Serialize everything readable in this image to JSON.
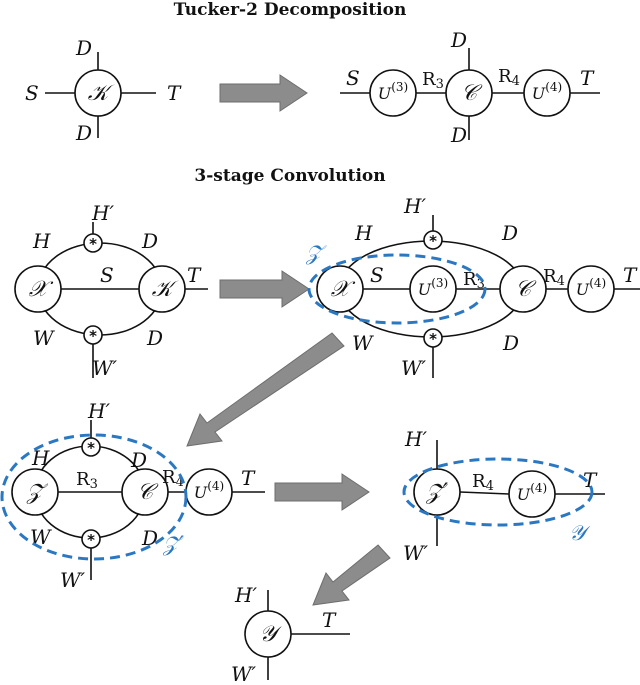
{
  "titles": {
    "tucker": "Tucker-2 Decomposition",
    "conv": "3-stage Convolution"
  },
  "nodes": {
    "K": "𝒦",
    "C": "𝒞",
    "X": "𝒳",
    "Z": "𝒵",
    "Zp": "𝒵′",
    "Y": "𝒴",
    "U3": "U",
    "U3sup": "(3)",
    "U4": "U",
    "U4sup": "(4)",
    "star": "*"
  },
  "labels": {
    "S": "S",
    "T": "T",
    "D": "D",
    "H": "H",
    "W": "W",
    "Hp": "H′",
    "Wp": "W′",
    "R3": "R",
    "R3sub": "3",
    "R4": "R",
    "R4sub": "4"
  },
  "groups": {
    "z": "𝒵",
    "zp": "𝒵′",
    "y": "𝒴"
  },
  "colors": {
    "ink": "#111111",
    "accent": "#2b78c2",
    "arrow": "#8c8c8c"
  }
}
